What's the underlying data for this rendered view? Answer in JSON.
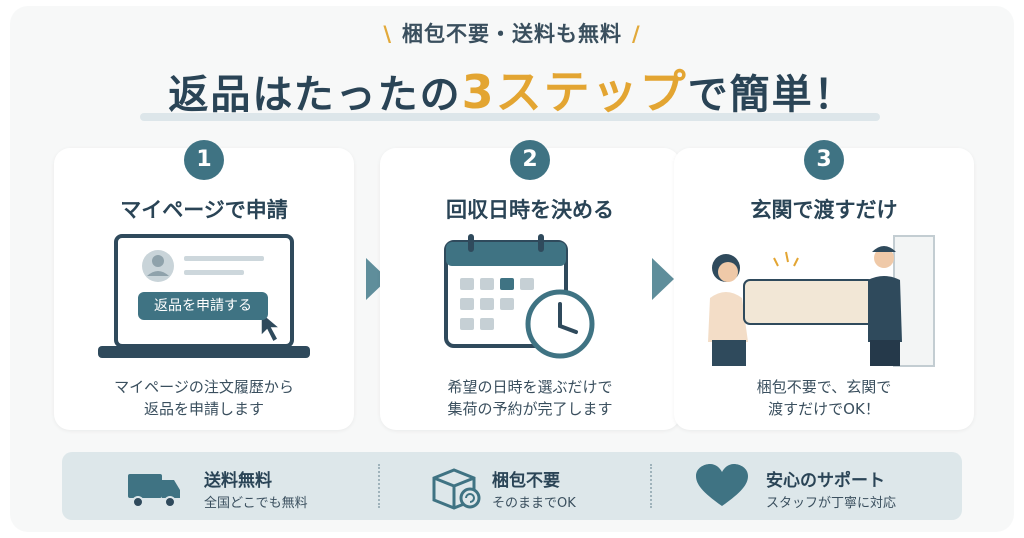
{
  "header": {
    "eyebrow": "梱包不要・送料も無料",
    "slash_left": "\\",
    "slash_right": "/",
    "headline_before": "返品はたったの",
    "headline_accent": "3ステップ",
    "headline_after": "で簡単！"
  },
  "steps": [
    {
      "number": "1",
      "title": "マイページで申請",
      "button_label": "返品を申請する",
      "description": "マイページの注文履歴から\n返品を申請します",
      "icon": "laptop-icon"
    },
    {
      "number": "2",
      "title": "回収日時を決める",
      "description": "希望の日時を選ぶだけで\n集荷の予約が完了します",
      "icon": "calendar-clock-icon"
    },
    {
      "number": "3",
      "title": "玄関で渡すだけ",
      "description": "梱包不要で、玄関で\n渡すだけでOK！",
      "icon": "handover-icon"
    }
  ],
  "features": [
    {
      "title": "送料無料",
      "subtitle": "全国どこでも無料",
      "icon": "truck-icon"
    },
    {
      "title": "梱包不要",
      "subtitle": "そのままでOK",
      "icon": "box-refresh-icon"
    },
    {
      "title": "安心のサポート",
      "subtitle": "スタッフが丁寧に対応",
      "icon": "heart-icon"
    }
  ],
  "colors": {
    "primary": "#3f7383",
    "accent": "#e3a532",
    "text": "#2a4456",
    "bar": "#dde7ea"
  }
}
